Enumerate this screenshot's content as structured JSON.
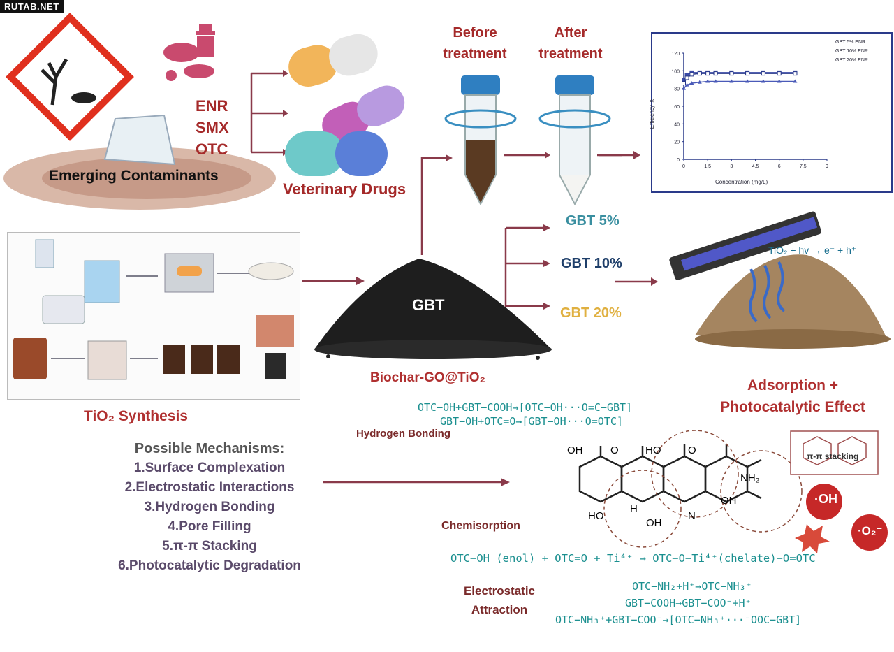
{
  "watermark": "RUTAB.NET",
  "emerging": {
    "label": "Emerging Contaminants"
  },
  "drugs": {
    "items": [
      "ENR",
      "SMX",
      "OTC"
    ],
    "label": "Veterinary Drugs"
  },
  "treatment": {
    "before": [
      "Before",
      "treatment"
    ],
    "after": [
      "After",
      "treatment"
    ]
  },
  "gbt_variants": [
    {
      "label": "GBT 5%",
      "color": "#3a8fa0"
    },
    {
      "label": "GBT 10%",
      "color": "#1f3f6a"
    },
    {
      "label": "GBT 20%",
      "color": "#e0b040"
    }
  ],
  "adsorbent": {
    "pile_label": "GBT",
    "caption": "Biochar-GO@TiO₂"
  },
  "synthesis": {
    "caption": "TiO₂ Synthesis"
  },
  "effect": {
    "line1": "Adsorption +",
    "line2": "Photocatalytic Effect",
    "uv_reaction": "TiO₂ + hv → e⁻ + h⁺"
  },
  "mechanisms": {
    "title": "Possible Mechanisms:",
    "items": [
      "1.Surface Complexation",
      "2.Electrostatic Interactions",
      "3.Hydrogen Bonding",
      "4.Pore Filling",
      "5.π-π Stacking",
      "6.Photocatalytic Degradation"
    ]
  },
  "hbond": {
    "eq1": "OTC−OH+GBT−COOH→[OTC−OH···O=C−GBT]",
    "eq2": "GBT−OH+OTC=O→[GBT−OH···O=OTC]",
    "label": "Hydrogen Bonding"
  },
  "pi_label": "π-π stacking",
  "radicals": {
    "oh": "·OH",
    "o2": "·O₂⁻"
  },
  "chemisorption": {
    "label": "Chemisorption",
    "eq": "OTC−OH (enol) + OTC=O + Ti⁴⁺ → OTC−O−Ti⁴⁺(chelate)−O=OTC"
  },
  "electrostatic": {
    "label_lines": [
      "Electrostatic",
      "Attraction"
    ],
    "eq1": "OTC−NH₂+H⁺→OTC−NH₃⁺",
    "eq2": "GBT−COOH→GBT−COO⁻+H⁺",
    "eq3": "OTC−NH₃⁺+GBT−COO⁻→[OTC−NH₃⁺···⁻OOC−GBT]"
  },
  "molecule_labels": [
    "OH",
    "O",
    "HO",
    "O",
    "NH₂",
    "OH",
    "HO",
    "H",
    "OH",
    "N"
  ],
  "chart_data": {
    "type": "line",
    "title": "",
    "xlabel": "Concentration (mg/L)",
    "ylabel": "Efficiency %",
    "xlim": [
      0,
      9
    ],
    "ylim": [
      0,
      120
    ],
    "x": [
      0,
      0.2,
      0.5,
      1,
      1.5,
      2,
      3,
      4,
      5,
      6,
      7
    ],
    "series": [
      {
        "name": "GBT 5% ENR",
        "values": [
          90,
          95,
          98,
          98,
          98,
          98,
          98,
          98,
          98,
          98,
          98
        ]
      },
      {
        "name": "GBT 10% ENR",
        "values": [
          86,
          92,
          96,
          97,
          97,
          97,
          97,
          97,
          97,
          97,
          97
        ]
      },
      {
        "name": "GBT 20% ENR",
        "values": [
          80,
          84,
          86,
          87,
          88,
          88,
          88,
          88,
          88,
          88,
          88
        ]
      }
    ]
  }
}
